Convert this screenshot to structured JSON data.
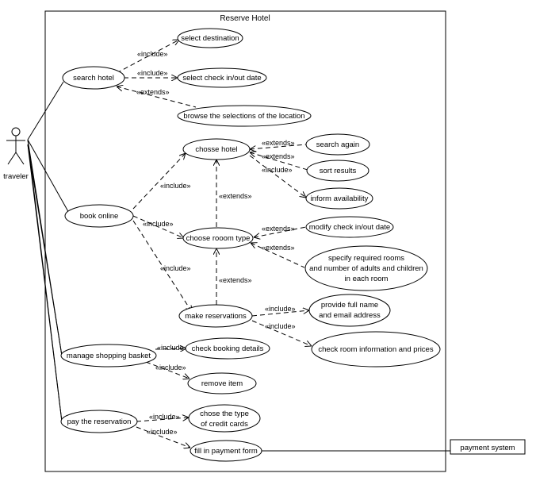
{
  "system": {
    "name": "Reserve Hotel"
  },
  "actors": {
    "traveler": {
      "name": "traveler"
    },
    "payment_system": {
      "name": "payment system"
    }
  },
  "use_cases": {
    "search_hotel": "search hotel",
    "select_destination": "select destination",
    "select_dates": "select check in/out date",
    "browse_selections": "browse the selections of the location",
    "book_online": "book online",
    "choose_hotel": "chosse hotel",
    "search_again": "search again",
    "sort_results": "sort results",
    "inform_availability": "inform availability",
    "choose_room_type": "choose rooom type",
    "modify_dates": "modify check in/out date",
    "specify_rooms": [
      "specify required rooms",
      "and number of adults and children",
      "in each room"
    ],
    "make_reservations": "make reservations",
    "provide_name": [
      "provide full name",
      "and email address"
    ],
    "check_room_info": "check room information and prices",
    "manage_basket": "manage shopping basket",
    "check_booking": "check booking details",
    "remove_item": "remove item",
    "pay_reservation": "pay the reservation",
    "credit_card_type": [
      "chose the type",
      "of credit cards"
    ],
    "fill_payment": "fill in payment form"
  },
  "relationship_labels": {
    "include": "«include»",
    "extends": "«extends»"
  }
}
